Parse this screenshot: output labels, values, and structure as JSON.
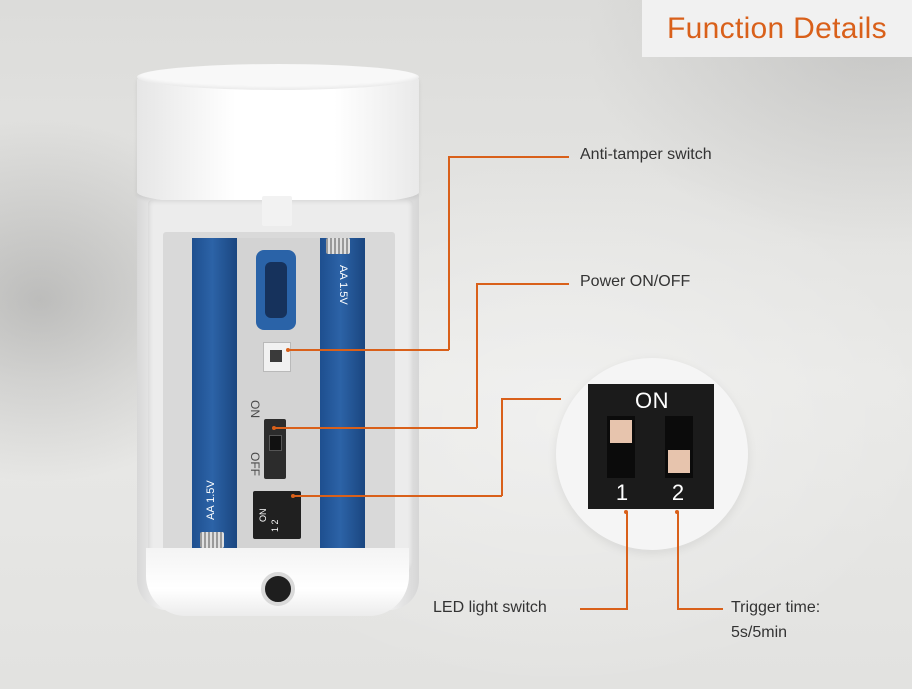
{
  "header": {
    "title": "Function Details"
  },
  "device": {
    "battery_label_right": "AA 1.5V",
    "battery_label_left": "AA 1.5V",
    "switch_on_text": "ON",
    "switch_off_text": "OFF",
    "dip_small_label": "ON",
    "dip_small_numbers": "1 2"
  },
  "callouts": [
    {
      "label": "Anti-tamper switch"
    },
    {
      "label": "Power ON/OFF"
    },
    {
      "label": "LED light switch"
    },
    {
      "label_line1": "Trigger time:",
      "label_line2": "5s/5min"
    }
  ],
  "dip_zoom": {
    "on_label": "ON",
    "switch1_number": "1",
    "switch2_number": "2"
  },
  "colors": {
    "accent": "#d9601a",
    "label_text": "#333333",
    "battery_blue": "#2c63a7",
    "dip_knob": "#e7c4ad"
  }
}
